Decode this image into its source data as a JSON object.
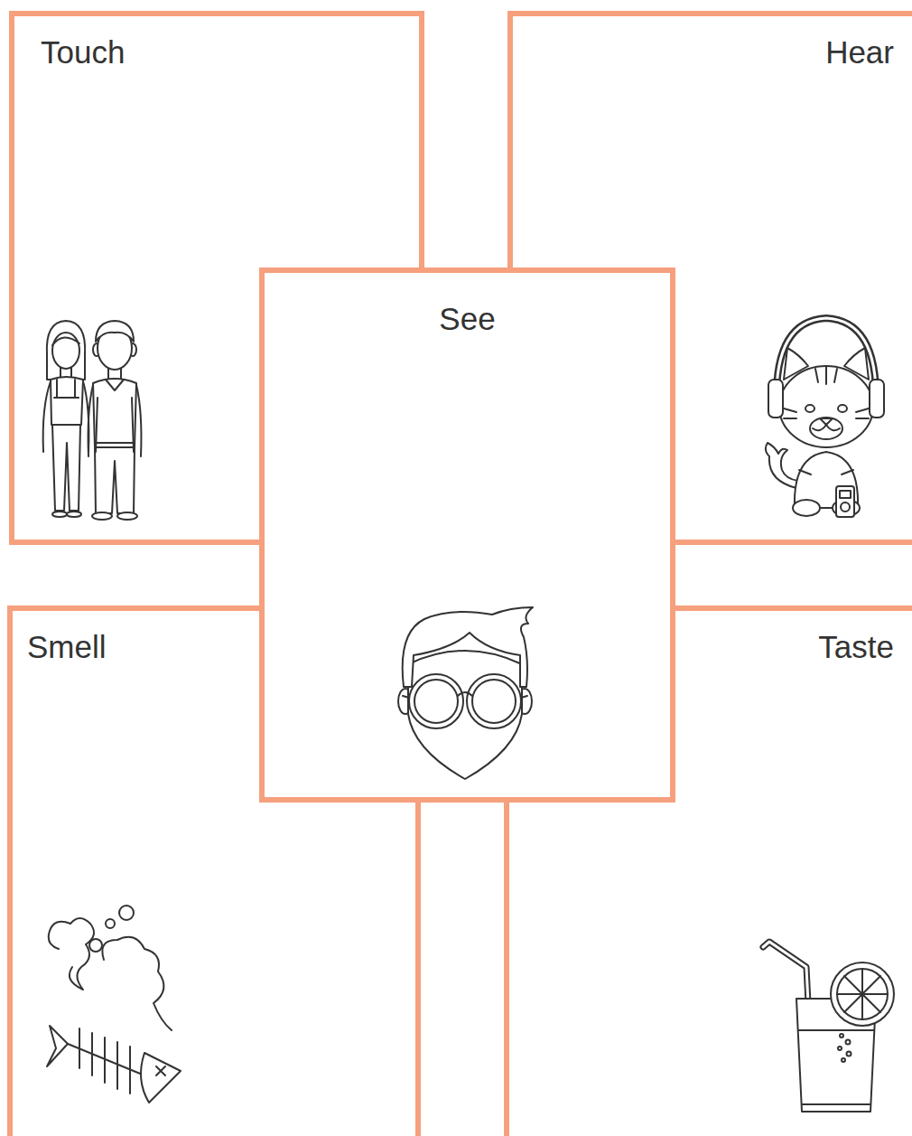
{
  "diagram": {
    "nodes": [
      {
        "text": [
          "Touch"
        ]
      },
      {
        "text": [
          "Hear"
        ]
      },
      {
        "text": [
          "See"
        ]
      },
      {
        "text": [
          "Smell"
        ]
      },
      {
        "text": [
          "Taste"
        ]
      }
    ]
  }
}
